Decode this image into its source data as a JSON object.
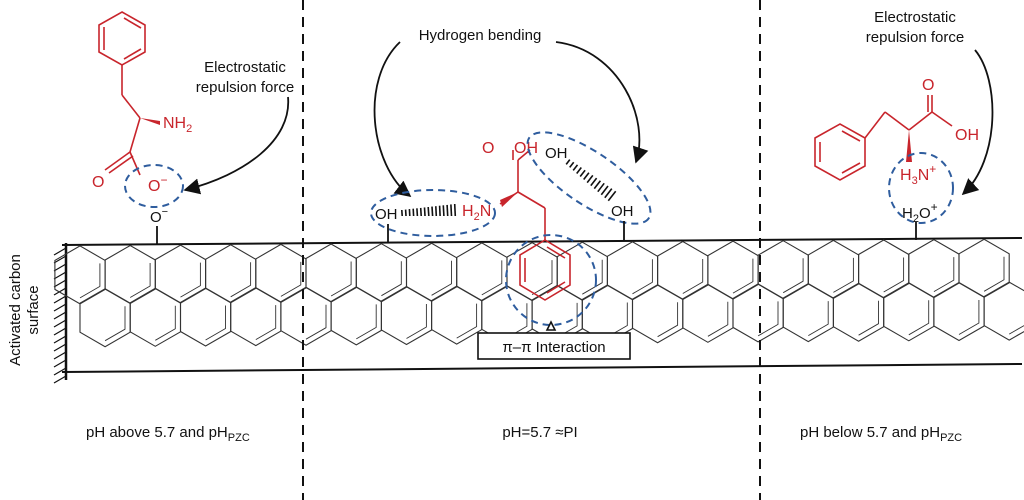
{
  "surface_label": [
    "Activated carbon",
    "surface"
  ],
  "panels": {
    "left": {
      "condition_main": "pH above 5.7 and pH",
      "condition_sub": "PZC",
      "force_label_1": "Electrostatic",
      "force_label_2": "repulsion force",
      "surface_group_main": "O",
      "surface_group_sup": "−",
      "amine_main": "NH",
      "amine_sub": "2",
      "carbonyl_O": "O",
      "carboxylate_main": "O",
      "carboxylate_sup": "−"
    },
    "middle": {
      "condition": "pH=5.7 ≈PI",
      "bending_label": "Hydrogen bending",
      "interaction_label": "π–π Interaction",
      "surface_group_left": "OH",
      "surface_group_right": "OH",
      "amine_main": "H",
      "amine_sub": "2",
      "amine_tail": "N",
      "carbonyl_O": "O",
      "acid_OH": "OH",
      "acid_OH_bonded": "OH"
    },
    "right": {
      "condition_main": "pH below 5.7 and pH",
      "condition_sub": "PZC",
      "force_label_1": "Electrostatic",
      "force_label_2": "repulsion force",
      "surface_group_main": "H",
      "surface_group_sub": "2",
      "surface_group_tail": "O",
      "surface_group_sup": "+",
      "amine_main": "H",
      "amine_sub": "3",
      "amine_tail": "N",
      "amine_sup": "+",
      "carbonyl_O": "O",
      "acid_OH": "OH"
    }
  },
  "colors": {
    "molecule": "#c8252c",
    "highlight": "#2f5d9e",
    "structure": "#222222"
  }
}
